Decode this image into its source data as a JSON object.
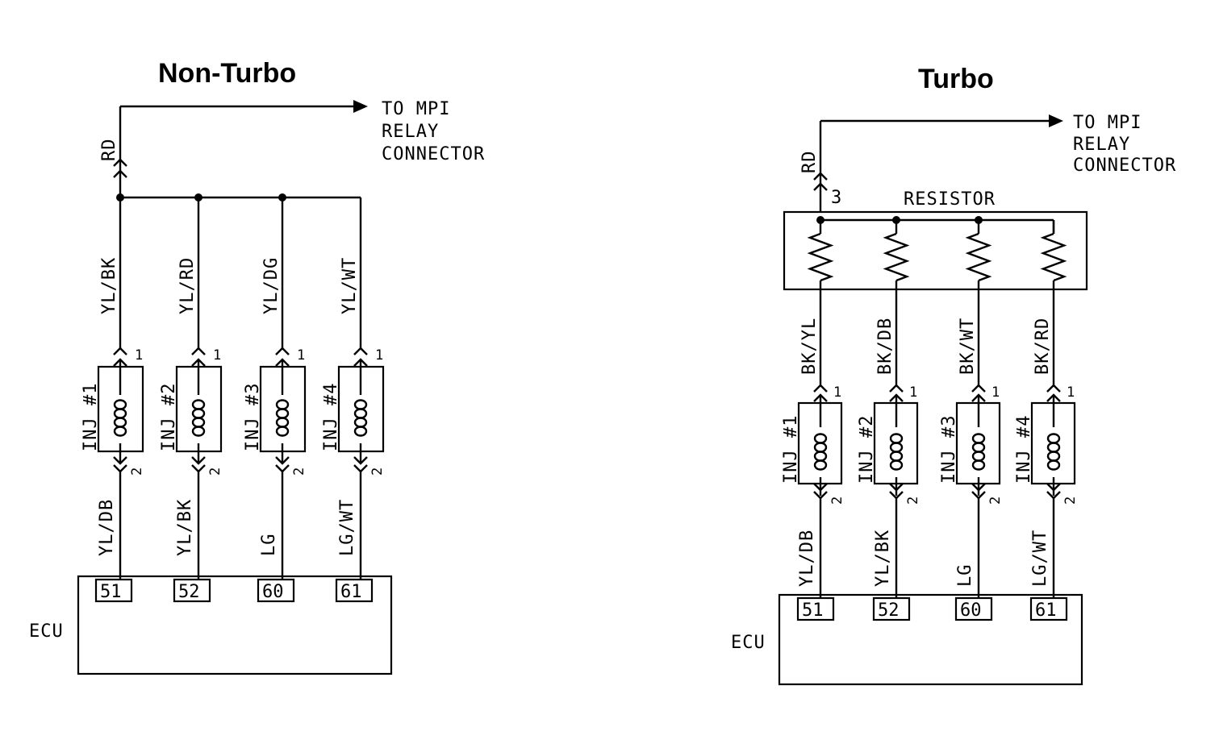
{
  "panels": [
    {
      "title": "Non-Turbo",
      "destination": [
        "TO MPI",
        "RELAY",
        "CONNECTOR"
      ],
      "supply_wire": "RD",
      "injectors": [
        {
          "name": "INJ #1",
          "supply_wire": "YL/BK",
          "ecu_wire": "YL/DB",
          "ecu_pin": "51",
          "pin_in": "1",
          "pin_out": "2"
        },
        {
          "name": "INJ #2",
          "supply_wire": "YL/RD",
          "ecu_wire": "YL/BK",
          "ecu_pin": "52",
          "pin_in": "1",
          "pin_out": "2"
        },
        {
          "name": "INJ #3",
          "supply_wire": "YL/DG",
          "ecu_wire": "LG",
          "ecu_pin": "60",
          "pin_in": "1",
          "pin_out": "2"
        },
        {
          "name": "INJ #4",
          "supply_wire": "YL/WT",
          "ecu_wire": "LG/WT",
          "ecu_pin": "61",
          "pin_in": "1",
          "pin_out": "2"
        }
      ],
      "ecu_label": "ECU"
    },
    {
      "title": "Turbo",
      "destination": [
        "TO MPI",
        "RELAY",
        "CONNECTOR"
      ],
      "supply_wire": "RD",
      "resistor_label": "RESISTOR",
      "resistor_pin": "3",
      "injectors": [
        {
          "name": "INJ #1",
          "supply_wire": "BK/YL",
          "ecu_wire": "YL/DB",
          "ecu_pin": "51",
          "pin_in": "1",
          "pin_out": "2"
        },
        {
          "name": "INJ #2",
          "supply_wire": "BK/DB",
          "ecu_wire": "YL/BK",
          "ecu_pin": "52",
          "pin_in": "1",
          "pin_out": "2"
        },
        {
          "name": "INJ #3",
          "supply_wire": "BK/WT",
          "ecu_wire": "LG",
          "ecu_pin": "60",
          "pin_in": "1",
          "pin_out": "2"
        },
        {
          "name": "INJ #4",
          "supply_wire": "BK/RD",
          "ecu_wire": "LG/WT",
          "ecu_pin": "61",
          "pin_in": "1",
          "pin_out": "2"
        }
      ],
      "ecu_label": "ECU"
    }
  ]
}
